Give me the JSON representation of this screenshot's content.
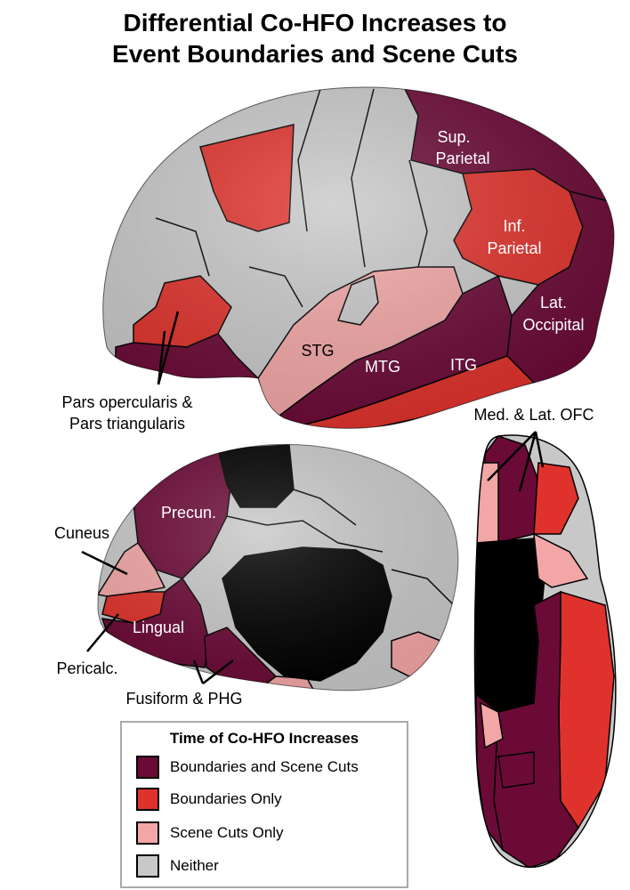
{
  "title": {
    "line1": "Differential Co-HFO Increases to",
    "line2": "Event Boundaries and Scene Cuts"
  },
  "colors": {
    "both": "#6b0a37",
    "boundaries_only": "#e0322c",
    "scene_cuts_only": "#f3a6a6",
    "neither": "#c8c8c8",
    "unmapped": "#000000"
  },
  "lateral_labels": {
    "sup_parietal_1": "Sup.",
    "sup_parietal_2": "Parietal",
    "inf_parietal_1": "Inf.",
    "inf_parietal_2": "Parietal",
    "lat_occipital_1": "Lat.",
    "lat_occipital_2": "Occipital",
    "stg": "STG",
    "mtg": "MTG",
    "itg": "ITG",
    "pars_1": "Pars opercularis &",
    "pars_2": "Pars triangularis"
  },
  "medial_labels": {
    "precuneus": "Precun.",
    "cuneus": "Cuneus",
    "lingual": "Lingual",
    "pericalcarine": "Pericalc.",
    "fusiform_phg": "Fusiform & PHG"
  },
  "ventral_labels": {
    "ofc": "Med. & Lat. OFC"
  },
  "legend": {
    "title": "Time of Co-HFO Increases",
    "items": [
      {
        "label": "Boundaries and Scene Cuts",
        "color": "#6b0a37"
      },
      {
        "label": "Boundaries Only",
        "color": "#e0322c"
      },
      {
        "label": "Scene Cuts Only",
        "color": "#f3a6a6"
      },
      {
        "label": "Neither",
        "color": "#c8c8c8"
      }
    ]
  }
}
